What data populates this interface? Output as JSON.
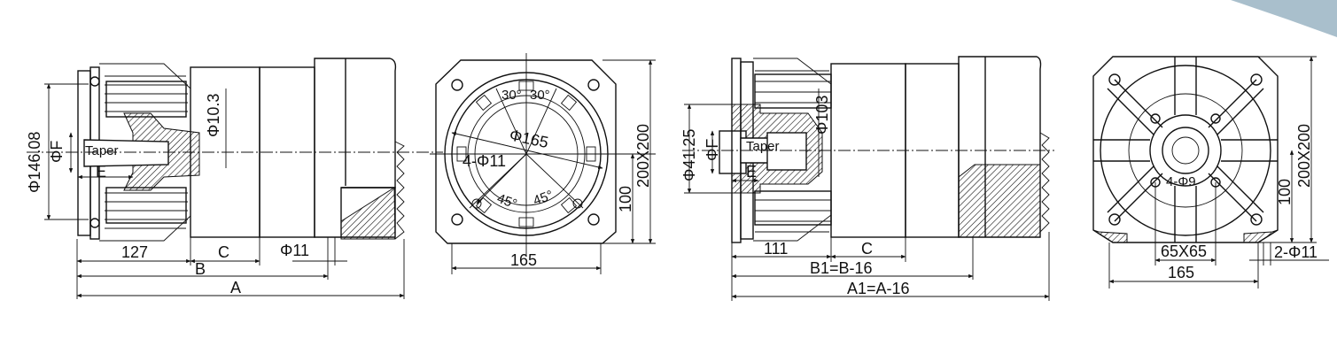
{
  "colors": {
    "line": "#111111",
    "accent": "#e8962a",
    "corner": "#a9bfcc"
  },
  "view1": {
    "dia_outer": "Φ146.08",
    "dia_f": "ΦF",
    "taper": "Taper",
    "e": "E",
    "dia_hole": "Φ10.3",
    "len_127": "127",
    "len_c": "C",
    "len_b": "B",
    "len_a": "A",
    "dia_11": "Φ11"
  },
  "view2": {
    "ang1": "30°",
    "ang2": "30°",
    "dia_165": "Φ165",
    "holes": "4-Φ11",
    "ang3": "45°",
    "ang4": "45°",
    "h100": "100",
    "h200": "200X200",
    "w165": "165"
  },
  "view3": {
    "dia_4125": "Φ41.25",
    "dia_f": "ΦF",
    "taper": "Taper",
    "e": "E",
    "dia_103": "Φ103",
    "len_111": "111",
    "len_c": "C",
    "len_b1": "B1=B-16",
    "len_a1": "A1=A-16"
  },
  "view4": {
    "holes": "4-Φ9",
    "h100": "100",
    "h200": "200X200",
    "sq": "65X65",
    "w165": "165",
    "dia_11": "2-Φ11"
  }
}
